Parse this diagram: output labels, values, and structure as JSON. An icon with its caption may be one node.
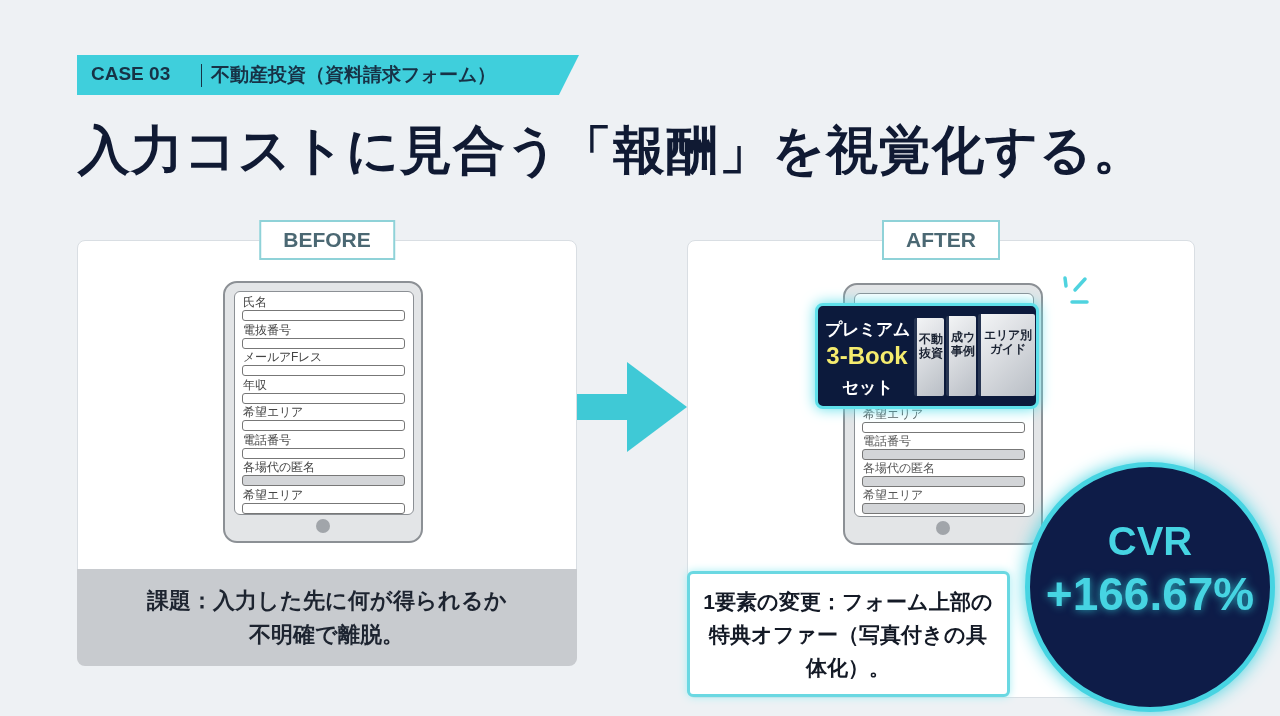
{
  "diagram": {
    "title": "入力コストに見合う「報酬」を視覚化する。",
    "nodes": [
      {
        "text": [
          "BEFORE"
        ]
      },
      {
        "text": [
          "課題：入力した先に何が得られるか不明確で離脱。"
        ],
        "in": 0
      },
      {
        "text": [
          "AFTER"
        ]
      },
      {
        "text": [
          "プレミアム",
          "3-Book",
          "セット"
        ],
        "in": 2
      },
      {
        "text": [
          "1要素の変更：フォーム上部の特典オファー（写真付きの具体化）。"
        ],
        "in": 2
      },
      {
        "text": [
          "CVR",
          "+166.67%"
        ]
      }
    ],
    "edges": [
      {
        "from": 0,
        "to": 2,
        "arrow": "to"
      }
    ],
    "labels": [
      "CASE 03",
      "不動産投資（資料請求フォーム）",
      "氏名",
      "電抜番号",
      "メールアFレス",
      "年収",
      "希望エリア",
      "電話番号",
      "各場代の匿名",
      "希望エリア",
      "不動抜資",
      "成ウ事例",
      "エリア別ガイド",
      "希望エリア",
      "電話番号",
      "各場代の匿名",
      "希望エリア"
    ]
  }
}
